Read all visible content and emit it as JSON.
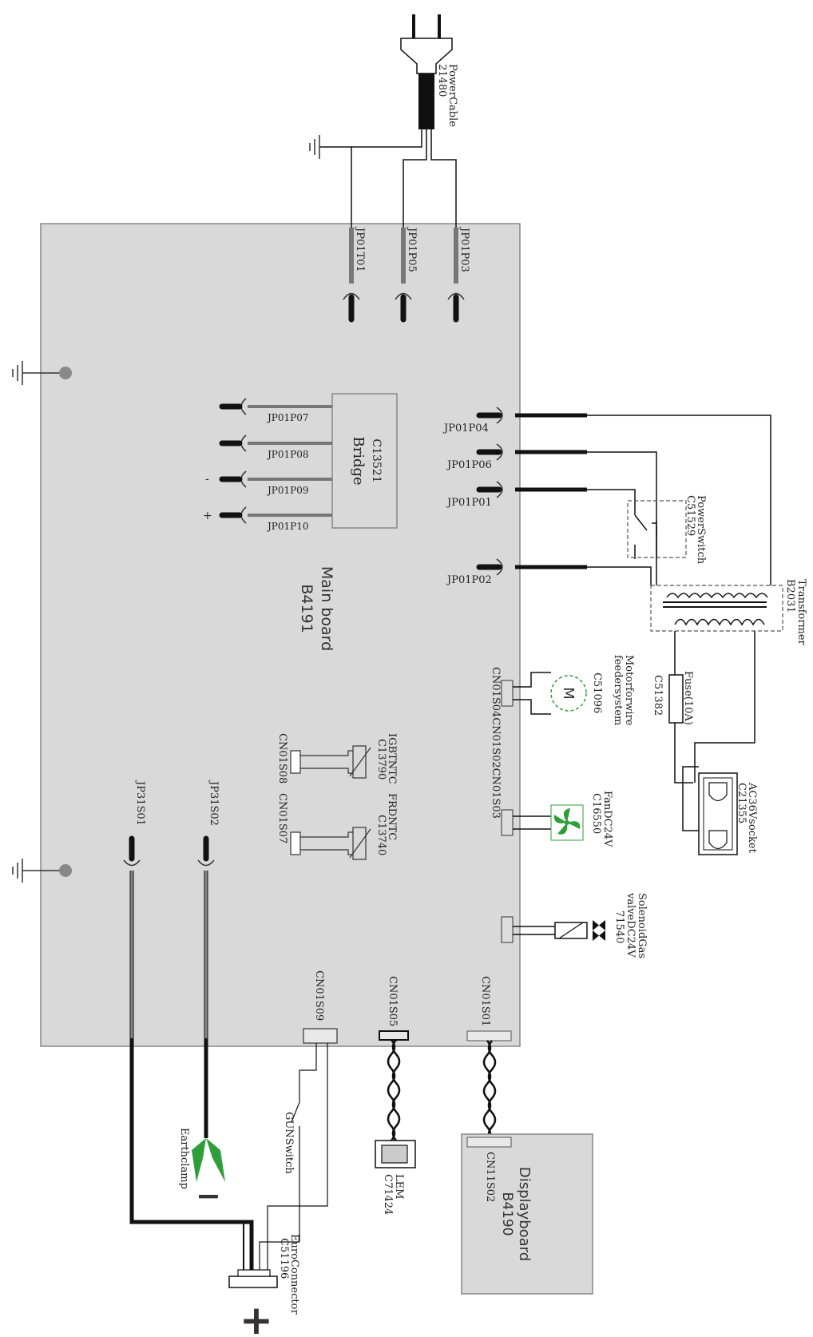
{
  "main_board": {
    "name": "Main board",
    "code": "B4191"
  },
  "bridge": {
    "code": "C13521",
    "name": "Bridge"
  },
  "display_board": {
    "name": "Displayboard",
    "code": "B4190",
    "connector": "CN11S02"
  },
  "power_cable": {
    "name": "PowerCable",
    "code": "21480"
  },
  "power_switch": {
    "name": "PowerSwitch",
    "code": "C51529"
  },
  "transformer": {
    "name": "Transformer",
    "code": "B2031"
  },
  "fuse": {
    "name": "Fuse(10A)",
    "code": "C51382"
  },
  "socket": {
    "name": "AC36Vsocket",
    "code": "C21355"
  },
  "motor": {
    "line1": "Motorforwire",
    "line2": "feedersystem",
    "code": "C51096",
    "symbol": "M"
  },
  "fan": {
    "name": "FanDC24V",
    "code": "C16550"
  },
  "solenoid": {
    "line1": "SolenoidGas",
    "line2": "valveDC24V",
    "code": "71540"
  },
  "igbt_ntc": {
    "name": "IGBTNTC",
    "code": "C13790",
    "connector": "CN01S08"
  },
  "frd_ntc": {
    "name": "FRDNTC",
    "code": "C13740",
    "connector": "CN01S07"
  },
  "motor_fan_connectors": "CN01S04CN01S02CN01S03",
  "lem": {
    "name": "LEM",
    "code": "C71424"
  },
  "euro_connector": {
    "name": "EuroConnector",
    "code": "C51196"
  },
  "gun_switch": "GUNSwitch",
  "earth_clamp": "Earthclamp",
  "connectors": {
    "jp01t01": "JP01T01",
    "jp01p05": "JP01P05",
    "jp01p03": "JP01P03",
    "jp01p07": "JP01P07",
    "jp01p08": "JP01P08",
    "jp01p09": "JP01P09",
    "jp01p10": "JP01P10",
    "jp01p04": "JP01P04",
    "jp01p06": "JP01P06",
    "jp01p01": "JP01P01",
    "jp01p02": "JP01P02",
    "jp31s01": "JP31S01",
    "jp31s02": "JP31S02",
    "cn01s09": "CN01S09",
    "cn01s05": "CN01S05",
    "cn01s01": "CN01S01"
  },
  "signs": {
    "minus": "-",
    "plus": "+",
    "big_minus": "−",
    "big_plus": "+"
  },
  "colors": {
    "board": "#d9d9d9",
    "wire": "#111111",
    "green": "#2e9e3a"
  }
}
